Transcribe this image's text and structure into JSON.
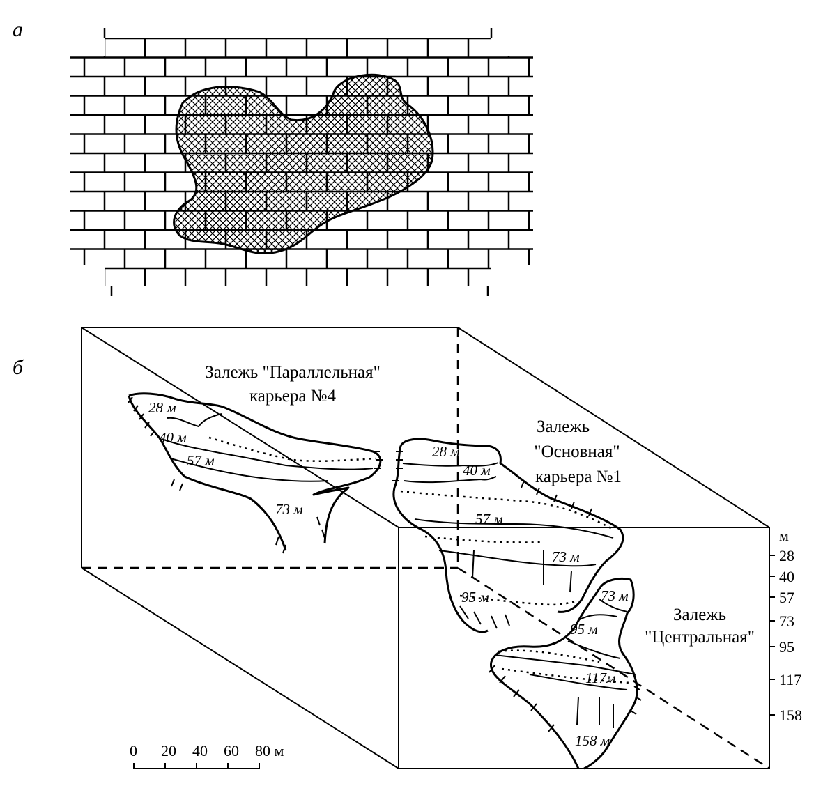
{
  "panel_a": {
    "letter": "а"
  },
  "panel_b": {
    "letter": "б",
    "deposit_parallel": {
      "line1": "Залежь \"Параллельная\"",
      "line2": "карьера №4"
    },
    "deposit_main": {
      "line1": "Залежь",
      "line2": "\"Основная\"",
      "line3": "карьера №1"
    },
    "deposit_central": {
      "line1": "Залежь",
      "line2": "\"Центральная\""
    },
    "contours_parallel": [
      "28 м",
      "40 м",
      "57 м",
      "73 м"
    ],
    "contours_main": [
      "28 м",
      "40 м",
      "57 м",
      "73 м",
      "95 м"
    ],
    "contours_central": [
      "73 м",
      "95 м",
      "117м",
      "158 м"
    ],
    "depth_scale": {
      "unit": "м",
      "ticks": [
        "28",
        "40",
        "57",
        "73",
        "95",
        "117",
        "158"
      ]
    },
    "length_scale": {
      "ticks": [
        "0",
        "20",
        "40",
        "60",
        "80 м"
      ]
    }
  }
}
